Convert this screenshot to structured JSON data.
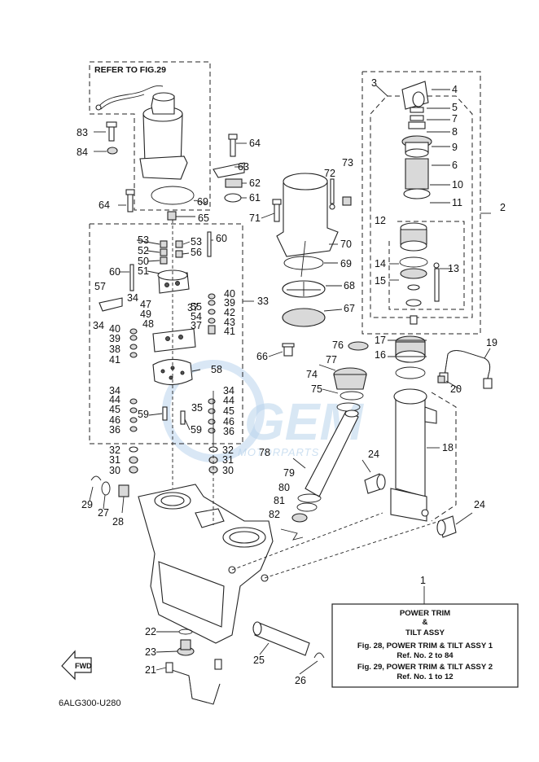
{
  "refer_box": {
    "label": "REFER TO FIG.29"
  },
  "legend": {
    "ref_no": "1",
    "line1": "POWER TRIM",
    "line2": "&",
    "line3": "TILT ASSY",
    "line4": "Fig. 28, POWER TRIM & TILT ASSY 1",
    "line5": "Ref. No. 2 to 84",
    "line6": "Fig. 29, POWER TRIM & TILT ASSY 2",
    "line7": "Ref. No. 1 to 12"
  },
  "drawing_code": "6ALG300-U280",
  "fwd_label": "FWD",
  "watermark": {
    "brand": "GEM",
    "sub": "MOTORPARTS"
  },
  "part_numbers": [
    "2",
    "3",
    "4",
    "5",
    "6",
    "7",
    "8",
    "9",
    "10",
    "11",
    "12",
    "13",
    "14",
    "15",
    "16",
    "17",
    "18",
    "19",
    "20",
    "21",
    "22",
    "23",
    "24",
    "24",
    "25",
    "26",
    "27",
    "28",
    "29",
    "30",
    "30",
    "31",
    "31",
    "32",
    "32",
    "33",
    "34",
    "34",
    "34",
    "34",
    "35",
    "36",
    "36",
    "37",
    "37",
    "38",
    "39",
    "39",
    "40",
    "40",
    "41",
    "41",
    "42",
    "43",
    "44",
    "44",
    "45",
    "45",
    "46",
    "46",
    "47",
    "48",
    "49",
    "50",
    "51",
    "52",
    "53",
    "53",
    "54",
    "55",
    "56",
    "57",
    "58",
    "59",
    "59",
    "60",
    "60",
    "61",
    "62",
    "63",
    "64",
    "64",
    "65",
    "66",
    "67",
    "68",
    "69",
    "69",
    "70",
    "71",
    "72",
    "73",
    "74",
    "75",
    "76",
    "77",
    "78",
    "79",
    "80",
    "81",
    "82",
    "83",
    "84"
  ]
}
